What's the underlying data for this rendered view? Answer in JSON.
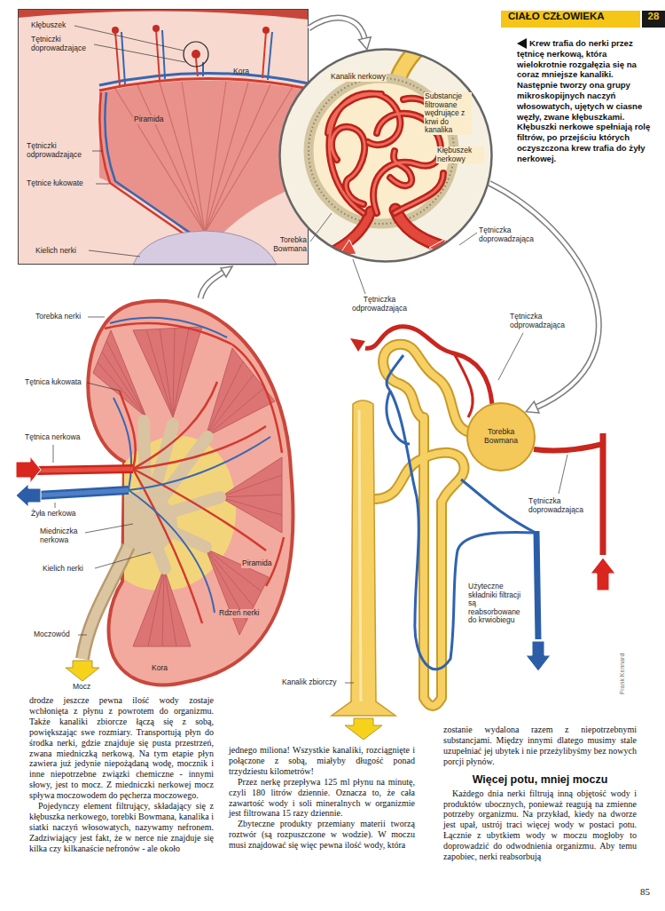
{
  "diagram": {
    "title": "CIAŁO CZŁOWIEKA",
    "caption": "Krew trafia do nerki przez tętnicę nerkową, która wielokrotnie rozgałęzia się na coraz mniejsze kanaliki. Następnie tworzy ona grupy mikroskopijnych naczyń włosowatych, ujętych w ciasne węzły, zwane kłębuszkami. Kłębuszki nerkowe spełniają rolę filtrów, po przejściu których oczyszczona krew trafia do żyły nerkowej.",
    "nodes": [
      {
        "text": [
          "Kłębuszek",
          "Tętniczki doprowadzające",
          "Kora",
          "Piramida",
          "Tętniczki odprowadzające",
          "Tętnice łukowate",
          "Kielich nerki"
        ]
      },
      {
        "text": [
          "Kanalik nerkowy",
          "Substancje filtrowane wędrujące z krwi do kanalika",
          "Kłębuszek nerkowy",
          "Tętniczka doprowadzająca",
          "Torebka Bowmana",
          "Tętniczka odprowadzająca"
        ]
      },
      {
        "text": [
          "Torebka Bowmana"
        ]
      }
    ],
    "edges": [
      {
        "from": 0,
        "to": 1,
        "arrow": "to"
      },
      {
        "from": 1,
        "to": 2,
        "arrow": "to"
      }
    ],
    "labels": [
      "28",
      "Torebka nerki",
      "Tętnica łukowata",
      "Tętnica nerkowa",
      "Żyła nerkowa",
      "Miedniczka nerkowa",
      "Kielich nerki",
      "Piramida",
      "Rdzeń nerki",
      "Moczowód",
      "Kora",
      "Mocz",
      "Tętniczka odprowadzająca",
      "Tętniczka doprowadzająca",
      "Użyteczne składniki filtracji są reabsorbowane do krwiobiegu",
      "Kanalik zbiorczy",
      "Frank Kennard",
      "drodze jeszcze pewna ilość wody zostaje wchłonięta z płynu z powrotem do organizmu. Także kanaliki zbiorcze łączą się z sobą, powiększając swe rozmiary. Transportują płyn do środka nerki, gdzie znajduje się pusta przestrzeń, zwana miedniczką nerkową. Na tym etapie płyn zawiera już jedynie niepożądaną wodę, mocznik i inne niepotrzebne związki chemiczne - innymi słowy, jest to mocz. Z miedniczki nerkowej mocz spływa moczowodem do pęcherza moczowego.",
      "Pojedynczy element filtrujący, składający się z kłębuszka nerkowego, torebki Bowmana, kanalika i siatki naczyń włosowatych, nazywamy nefronem. Zadziwiający jest fakt, że w nerce nie znajduje się kilka czy kilkanaście nefronów - ale około",
      "jednego miliona! Wszystkie kanaliki, rozciągnięte i połączone z sobą, miałyby długość ponad trzydziestu kilometrów!",
      "Przez nerkę przepływa 125 ml płynu na minutę, czyli 180 litrów dziennie. Oznacza to, że cała zawartość wody i soli mineralnych w organizmie jest filtrowana 15 razy dziennie.",
      "Zbyteczne produkty przemiany materii tworzą roztwór (są rozpuszczone w wodzie). W moczu musi znajdować się więc pewna ilość wody, która",
      "zostanie wydalona razem z niepotrzebnymi substancjami. Między innymi dlatego musimy stale uzupełniać jej ubytek i nie przeżylibyśmy bez nowych porcji płynów.",
      "Więcej potu, mniej moczu",
      "Każdego dnia nerki filtrują inną objętość wody i produktów ubocznych, ponieważ reagują na zmienne potrzeby organizmu. Na przykład, kiedy na dworze jest upał, ustrój traci więcej wody w postaci potu. Łącznie z ubytkiem wody w moczu mogłoby to doprowadzić do odwodnienia organizmu. Aby temu zapobiec, nerki reabsorbują",
      "85"
    ]
  }
}
